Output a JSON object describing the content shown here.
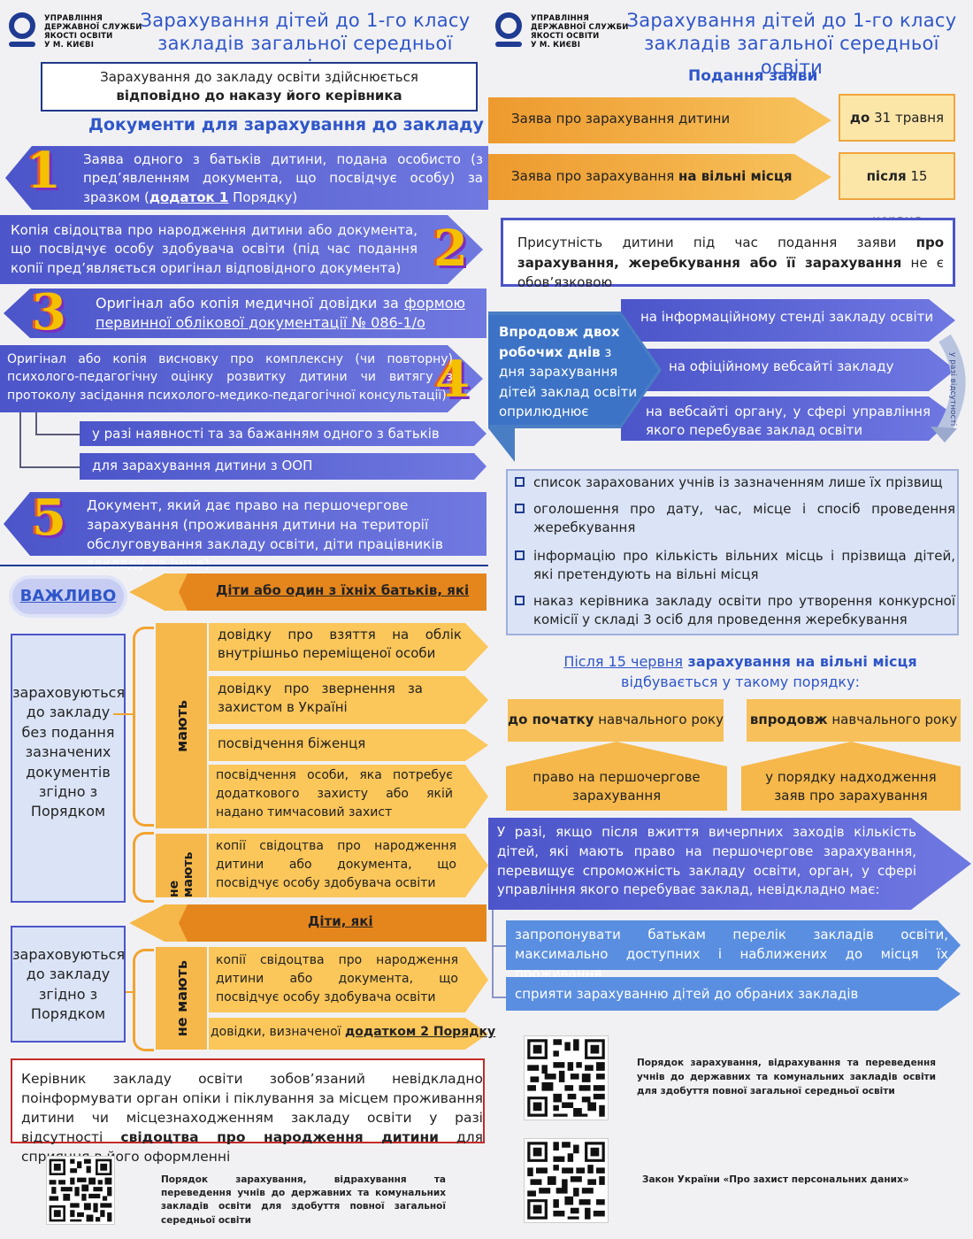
{
  "header": {
    "org_line1": "УПРАВЛІННЯ",
    "org_line2": "ДЕРЖАВНОЇ СЛУЖБИ",
    "org_line3": "ЯКОСТІ ОСВІТИ",
    "org_line4": "У М. КИЄВІ",
    "title_line1": "Зарахування дітей до 1-го класу",
    "title_line2": "закладів загальної середньої освіти"
  },
  "left": {
    "intro_line1": "Зарахування до закладу освіти здійснюється",
    "intro_line2": "відповідно до наказу його керівника",
    "docs_heading": "Документи для зарахування до закладу",
    "doc1": {
      "num": "1",
      "text": "Заява одного з батьків дитини, подана особисто (з пред’явленням документа, що посвідчує особу) за зразком (",
      "link": "додаток 1",
      "tail": " Порядку)"
    },
    "doc2": {
      "num": "2",
      "text": "Копія свідоцтва про народження дитини або документа, що посвідчує особу здобувача освіти (під час подання копії пред’являється оригінал відповідного документа)"
    },
    "doc3": {
      "num": "3",
      "text": "Оригінал або копія медичної довідки за ",
      "link": "формою первинної облікової документації № 086-1/о"
    },
    "doc4": {
      "num": "4",
      "text": "Оригінал або копія висновку про комплексну (чи повторну) психолого-педагогічну оцінку розвитку дитини чи витягу з протоколу засідання психолого-медико-педагогічної консультації)"
    },
    "doc4_sub1": "у разі наявності та за бажанням одного з батьків",
    "doc4_sub2": "для зарахування дитини з ООП",
    "doc5": {
      "num": "5",
      "text": "Документ, який дає право на першочергове зарахування (проживання дитини на території обслуговування закладу освіти, діти працівників закладу та інше)"
    },
    "important_label": "ВАЖЛИВО",
    "important_head": "Діти або один з їхніх батьків, які",
    "without_docs": "зараховуються до закладу без подання зазначених документів згідно з Порядком",
    "have_label": "мають",
    "have_items": [
      "довідку про взяття на облік внутрішньо переміщеної особи",
      "довідку про звернення за захистом в Україні",
      "посвідчення біженця",
      "посвідчення особи, яка потребує додаткового захисту або якій надано тимчасовий захист"
    ],
    "not_have_label": "не мають",
    "not_have_item": "копії свідоцтва про народження дитини або документа, що посвідчує особу здобувача освіти",
    "children_head": "Діти, які",
    "by_order": "зараховуються до закладу згідно з Порядком",
    "not_have2_label": "не мають",
    "not_have2_item1": "копії свідоцтва про народження дитини або документа, що посвідчує особу здобувача освіти",
    "not_have2_item2_pre": "довідки, визначеної ",
    "not_have2_item2_link": "додатком 2 Порядку",
    "manager_text_pre": "Керівник закладу освіти зобов’язаний невідкладно поінформувати орган опіки і піклування за місцем проживання дитини чи місцезнаходженням закладу освіти у разі відсутності ",
    "manager_text_bold": "свідоцтва про народження дитини",
    "manager_text_tail": " для сприяння в його оформленні",
    "qr_caption": "Порядок зарахування, відрахування та переведення учнів до державних та комунальних закладів освіти для здобуття повної загальної середньої освіти"
  },
  "right": {
    "submission_heading": "Подання заяви",
    "app1": "Заява про зарахування дитини",
    "app1_date_bold": "до",
    "app1_date": " 31 травня",
    "app2_pre": "Заява про зарахування ",
    "app2_bold": "на вільні місця",
    "app2_date_bold": "після",
    "app2_date": " 15 червня",
    "presence_pre": "Присутність дитини під час подання заяви ",
    "presence_bold": "про зарахування, жеребкування або її зарахування",
    "presence_tail": " не є обов’язковою",
    "publish_bold": "Впродовж двох робочих днів",
    "publish_text": " з дня зарахування дітей заклад освіти оприлюднює",
    "pub_place1": "на інформаційному стенді закладу освіти",
    "pub_place2": "на офіційному вебсайті закладу",
    "pub_place3": "на вебсайті органу, у сфері управління якого перебуває заклад освіти",
    "if_any": "у разі відсутності",
    "list_items": [
      "список зарахованих учнів із зазначенням лише їх прізвищ",
      "оголошення про дату, час, місце і спосіб проведення жеребкування",
      "інформацію про кількість вільних місць і прізвища дітей, які претендують на вільні місця",
      "наказ керівника закладу освіти про утворення конкурсної комісії у складі 3 осіб для проведення жеребкування"
    ],
    "after_head_link": "Після 15 червня",
    "after_head_bold": " зарахування на вільні місця",
    "after_head_line2": "відбувається у такому порядку:",
    "before_year_bold": "до початку",
    "before_year": " навчального року",
    "during_year_bold": "впродовж",
    "during_year": " навчального року",
    "priority": "право на першочергове зарахування",
    "order_received": "у порядку надходження заяв про зарахування",
    "excess_text": "У разі, якщо після вжиття вичерпних заходів кількість дітей, які мають право на першочергове зарахування, перевищує спроможність закладу освіти, орган, у сфері управління якого перебуває заклад, невідкладно має:",
    "excess_item1": "запропонувати батькам перелік закладів освіти, максимально доступних і наближених до місця їх проживання",
    "excess_item2": "сприяти зарахуванню дітей до обраних закладів",
    "qr1_caption": "Порядок зарахування, відрахування та переведення учнів до державних та комунальних закладів освіти для здобуття повної загальної середньої освіти",
    "qr2_caption": "Закон України «Про захист персональних даних»"
  },
  "colors": {
    "blue": "#4c55c9",
    "orange": "#f0a43c",
    "title_blue": "#2f56c9",
    "dark_blue": "#1f3b92"
  }
}
